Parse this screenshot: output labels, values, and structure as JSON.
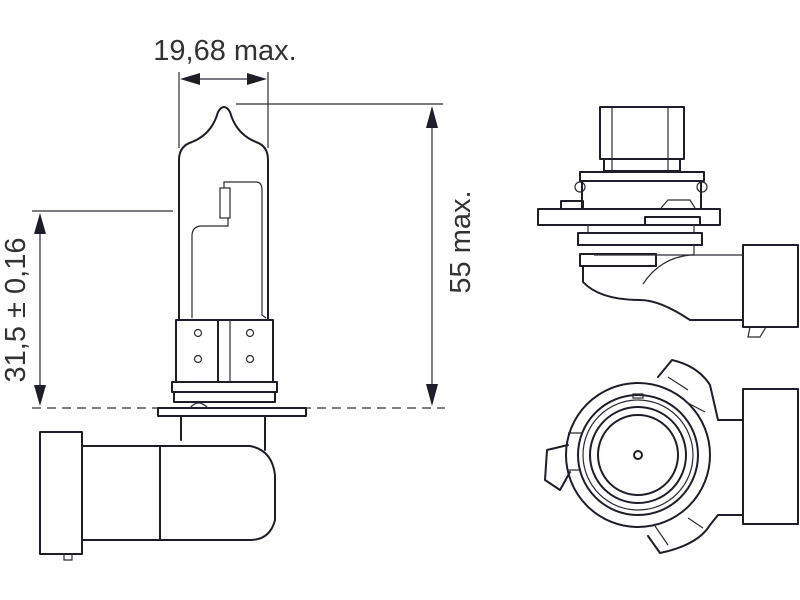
{
  "dimensions": {
    "width_label": "19,68 max.",
    "height_label": "55 max.",
    "reference_label": "31,5 ± 0,16"
  },
  "colors": {
    "line": "#1e1e2a",
    "text": "#333333",
    "background": "#ffffff"
  }
}
